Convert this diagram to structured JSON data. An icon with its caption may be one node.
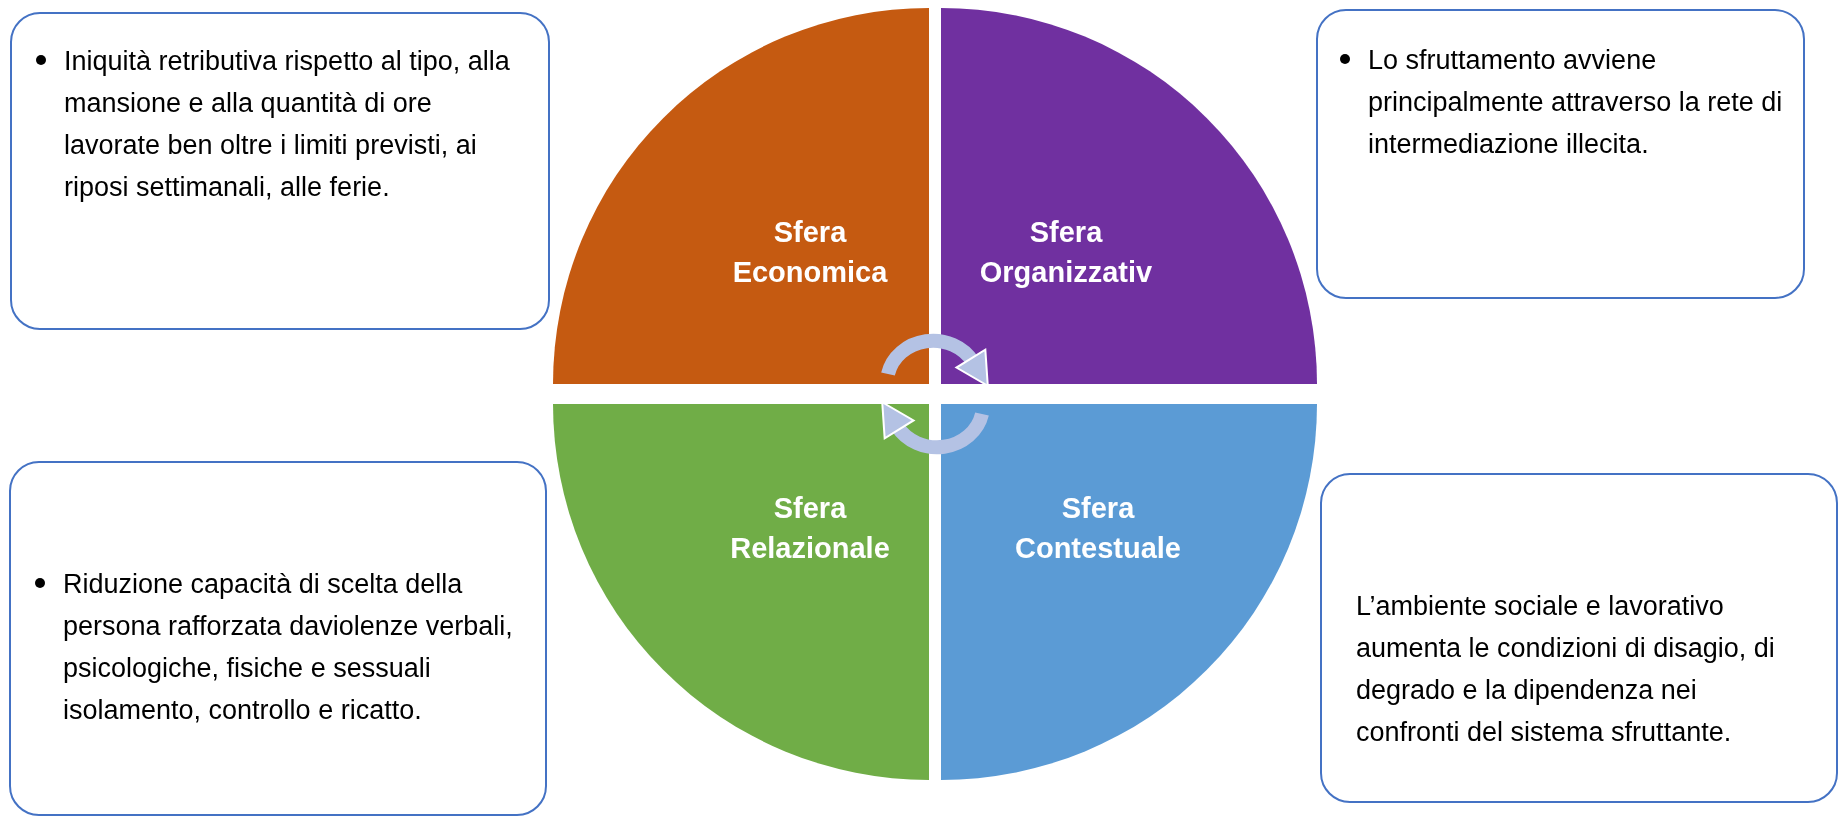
{
  "diagram": {
    "nodes": [
      {
        "text": [
          "Sfera Economica"
        ]
      },
      {
        "text": [
          "Sfera Organizzativ"
        ]
      },
      {
        "text": [
          "Sfera Relazionale"
        ]
      },
      {
        "text": [
          "Sfera Contestuale"
        ]
      },
      {
        "text": [
          "Iniquità retributiva rispetto al tipo, alla mansione e alla quantità di ore lavorate ben oltre i limiti previsti, ai riposi settimanali, alle ferie."
        ]
      },
      {
        "text": [
          "Lo sfruttamento avviene principalmente attraverso la rete di intermediazione illecita."
        ]
      },
      {
        "text": [
          "Riduzione  capacità di scelta della persona rafforzata daviolenze verbali, psicologiche, fisiche e sessuali isolamento, controllo e ricatto."
        ]
      },
      {
        "text": [
          "L’ambiente sociale e lavorativo aumenta le condizioni di disagio, di degrado e la dipendenza nei confronti del sistema sfruttante."
        ]
      }
    ],
    "edges": [
      {
        "from": 0,
        "to": 1,
        "arrow": "to"
      },
      {
        "from": 3,
        "to": 2,
        "arrow": "to"
      }
    ]
  }
}
